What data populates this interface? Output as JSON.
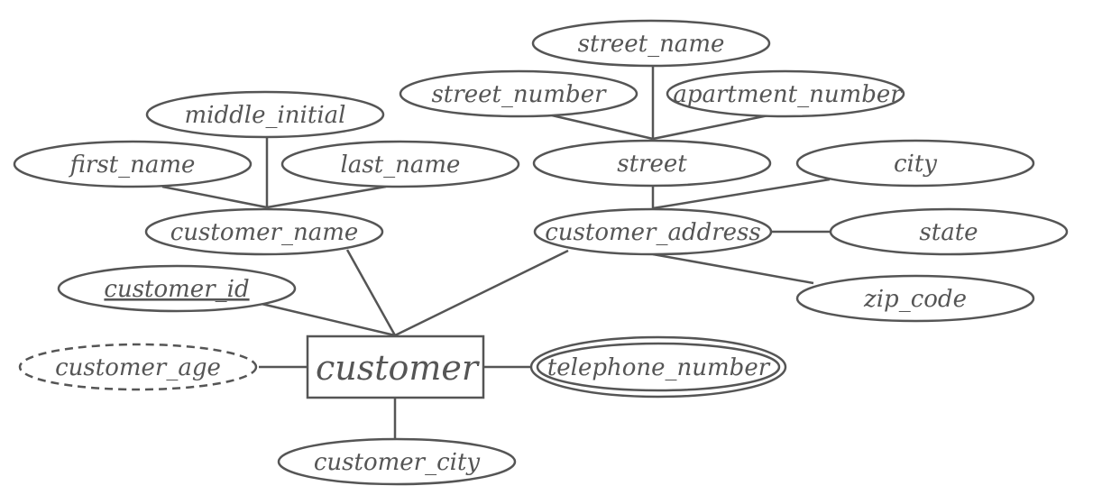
{
  "entity": {
    "label": "customer"
  },
  "attributes": {
    "street_name": "street_name",
    "street_number": "street_number",
    "apartment_number": "apartment_number",
    "middle_initial": "middle_initial",
    "first_name": "first_name",
    "last_name": "last_name",
    "street": "street",
    "city": "city",
    "customer_name": "customer_name",
    "customer_address": "customer_address",
    "state": "state",
    "customer_id": "customer_id",
    "zip_code": "zip_code",
    "customer_age": "customer_age",
    "telephone_number": "telephone_number",
    "customer_city": "customer_city"
  },
  "colors": {
    "stroke": "#555555",
    "background": "#ffffff"
  }
}
